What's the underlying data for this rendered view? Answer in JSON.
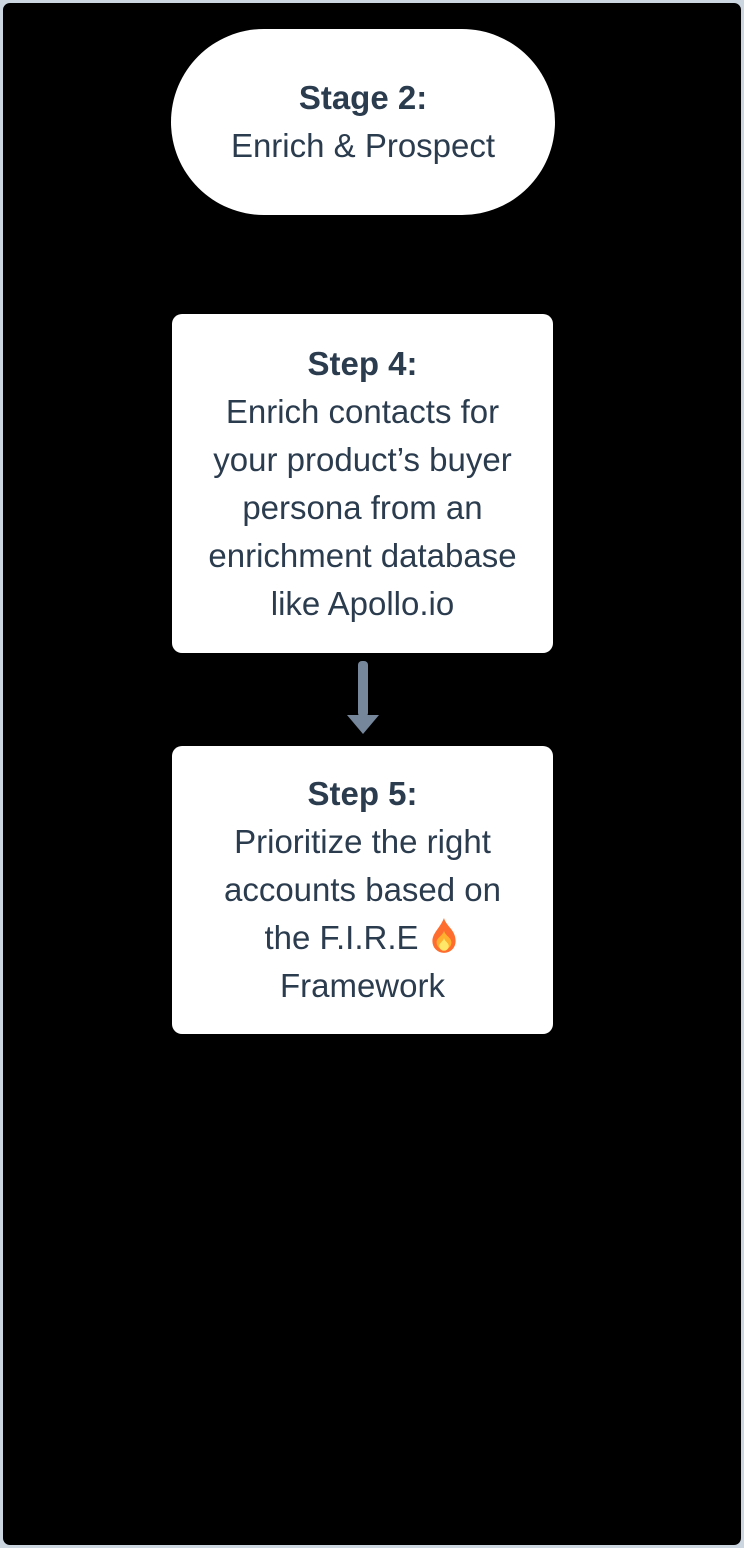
{
  "colors": {
    "background": "#000000",
    "frame_border": "#ccd6e1",
    "card_bg": "#ffffff",
    "text": "#2b3c4f",
    "arrow": "#76879b"
  },
  "stage_pill": {
    "title": "Stage 2:",
    "subtitle": "Enrich & Prospect"
  },
  "step4_card": {
    "title": "Step 4:",
    "body": "Enrich contacts for\nyour product’s buyer\npersona from an\nenrichment database\nlike Apollo.io"
  },
  "connector": {
    "type": "arrow-down"
  },
  "step5_card": {
    "title": "Step 5:",
    "body_start": "Prioritize the right\naccounts based on\nthe F.I.R.E",
    "fire_emoji": "🔥",
    "body_end": "Framework"
  }
}
